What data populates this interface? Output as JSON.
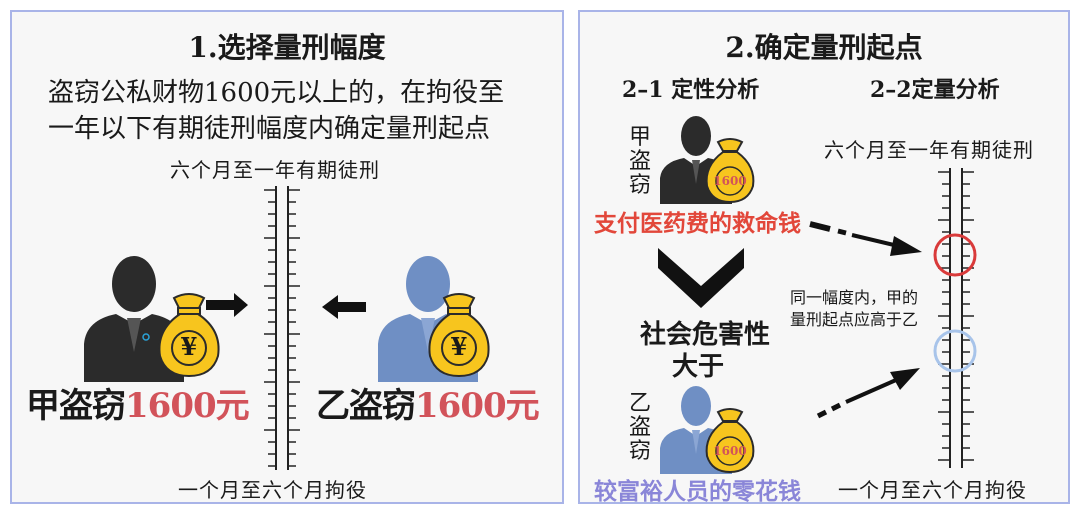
{
  "panel1": {
    "title": "1.选择量刑幅度",
    "desc_line1": "盗窃公私财物1600元以上的，在拘役至",
    "desc_line2": "一年以下有期徒刑幅度内确定量刑起点",
    "scale_top": "六个月至一年有期徒刑",
    "scale_bottom": "一个月至六个月拘役",
    "person_a_name": "甲盗窃",
    "person_a_amount": "1600元",
    "person_b_name": "乙盗窃",
    "person_b_amount": "1600元",
    "bag_symbol": "¥"
  },
  "panel2": {
    "title": "2.确定量刑起点",
    "sec1": "2–1 定性分析",
    "sec2": "2–2定量分析",
    "a_vert": [
      "甲",
      "盗",
      "窃"
    ],
    "a_bag_amount": "1600",
    "a_caption": "支付医药费的救命钱",
    "harm_line1": "社会危害性",
    "harm_line2": "大于",
    "b_vert": [
      "乙",
      "盗",
      "窃"
    ],
    "b_bag_amount": "1600",
    "b_caption": "较富裕人员的零花钱",
    "scale_top": "六个月至一年有期徒刑",
    "scale_bottom": "一个月至六个月拘役",
    "note_line1": "同一幅度内，甲的",
    "note_line2": "量刑起点应高于乙"
  },
  "colors": {
    "border": "#a9b4e8",
    "red": "#d2535a",
    "purple": "#8a86d8",
    "dark_figure": "#2b2b2b",
    "blue_figure": "#6f8fc4",
    "bag": "#f7c51e",
    "red_circle": "#d93a3a",
    "blue_circle": "#a8c4ea"
  }
}
